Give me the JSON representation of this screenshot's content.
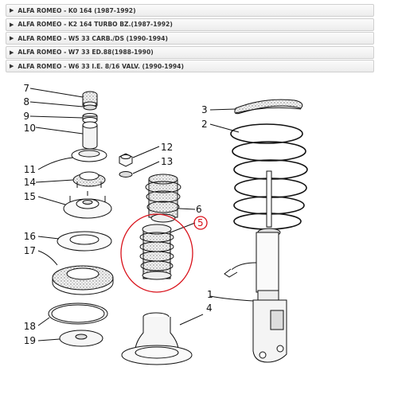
{
  "vehicle_list": [
    {
      "label": "ALFA ROMEO - K0 164 (1987-1992)"
    },
    {
      "label": "ALFA ROMEO - K2 164 TURBO BZ.(1987-1992)"
    },
    {
      "label": "ALFA ROMEO - W5 33 CARB./DS (1990-1994)"
    },
    {
      "label": "ALFA ROMEO - W7 33 ED.88(1988-1990)"
    },
    {
      "label": "ALFA ROMEO - W6 33 I.E. 8/16 VALV. (1990-1994)"
    }
  ],
  "diagram": {
    "part_numbers": [
      "1",
      "2",
      "3",
      "4",
      "5",
      "6",
      "7",
      "8",
      "9",
      "10",
      "11",
      "12",
      "13",
      "14",
      "15",
      "16",
      "17",
      "18",
      "19"
    ],
    "highlight_part": "5",
    "highlight_color": "#d9111a"
  },
  "icons": {
    "row_expand": "caret-right-icon"
  },
  "colors": {
    "row_border": "#cfcfcf",
    "row_text": "#333333",
    "line": "#111111"
  }
}
